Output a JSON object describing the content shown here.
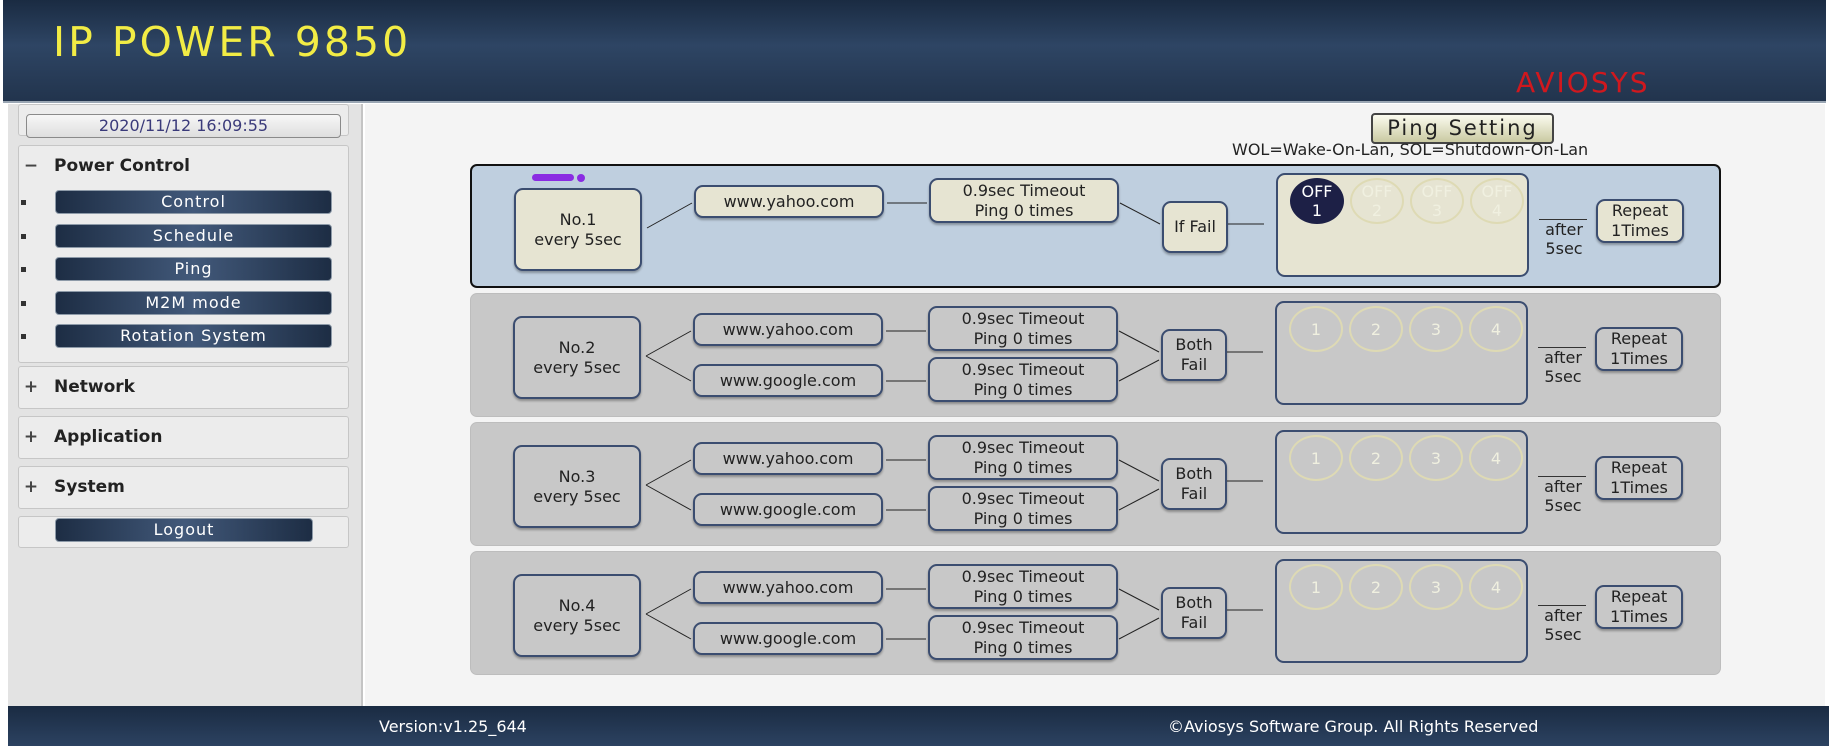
{
  "header": {
    "title": "IP POWER 9850",
    "brand": "AVIOSYS"
  },
  "sidebar": {
    "datetime": "2020/11/12 16:09:55",
    "power_control": {
      "sign": "−",
      "label": "Power Control",
      "items": [
        {
          "label": "Control"
        },
        {
          "label": "Schedule"
        },
        {
          "label": "Ping"
        },
        {
          "label": "M2M mode"
        },
        {
          "label": "Rotation System"
        }
      ]
    },
    "network": {
      "sign": "+",
      "label": "Network"
    },
    "application": {
      "sign": "+",
      "label": "Application"
    },
    "system": {
      "sign": "+",
      "label": "System"
    },
    "logout": "Logout"
  },
  "main": {
    "button": "Ping Setting",
    "legend": "WOL=Wake-On-Lan, SOL=Shutdown-On-Lan",
    "rules": [
      {
        "no": "No.1",
        "interval": "every 5sec",
        "targets": [
          {
            "host": "www.yahoo.com",
            "timeout": "0.9sec Timeout",
            "ping": "Ping 0 times"
          }
        ],
        "condition": "If Fail",
        "outlets": [
          {
            "state": "OFF",
            "num": "1"
          },
          {
            "state": "OFF",
            "num": "2"
          },
          {
            "state": "OFF",
            "num": "3"
          },
          {
            "state": "OFF",
            "num": "4"
          }
        ],
        "after": "after",
        "after_time": "5sec",
        "repeat": "Repeat",
        "times": "1Times",
        "progress": 0.8
      },
      {
        "no": "No.2",
        "interval": "every 5sec",
        "targets": [
          {
            "host": "www.yahoo.com",
            "timeout": "0.9sec Timeout",
            "ping": "Ping 0 times"
          },
          {
            "host": "www.google.com",
            "timeout": "0.9sec Timeout",
            "ping": "Ping 0 times"
          }
        ],
        "condition": "Both Fail",
        "outlets": [
          {
            "state": "",
            "num": "1"
          },
          {
            "state": "",
            "num": "2"
          },
          {
            "state": "",
            "num": "3"
          },
          {
            "state": "",
            "num": "4"
          }
        ],
        "after": "after",
        "after_time": "5sec",
        "repeat": "Repeat",
        "times": "1Times"
      },
      {
        "no": "No.3",
        "interval": "every 5sec",
        "targets": [
          {
            "host": "www.yahoo.com",
            "timeout": "0.9sec Timeout",
            "ping": "Ping 0 times"
          },
          {
            "host": "www.google.com",
            "timeout": "0.9sec Timeout",
            "ping": "Ping 0 times"
          }
        ],
        "condition": "Both Fail",
        "outlets": [
          {
            "state": "",
            "num": "1"
          },
          {
            "state": "",
            "num": "2"
          },
          {
            "state": "",
            "num": "3"
          },
          {
            "state": "",
            "num": "4"
          }
        ],
        "after": "after",
        "after_time": "5sec",
        "repeat": "Repeat",
        "times": "1Times"
      },
      {
        "no": "No.4",
        "interval": "every 5sec",
        "targets": [
          {
            "host": "www.yahoo.com",
            "timeout": "0.9sec Timeout",
            "ping": "Ping 0 times"
          },
          {
            "host": "www.google.com",
            "timeout": "0.9sec Timeout",
            "ping": "Ping 0 times"
          }
        ],
        "condition": "Both Fail",
        "outlets": [
          {
            "state": "",
            "num": "1"
          },
          {
            "state": "",
            "num": "2"
          },
          {
            "state": "",
            "num": "3"
          },
          {
            "state": "",
            "num": "4"
          }
        ],
        "after": "after",
        "after_time": "5sec",
        "repeat": "Repeat",
        "times": "1Times"
      }
    ]
  },
  "footer": {
    "version": "Version:v1.25_644",
    "copyright": "©Aviosys Software Group. All Rights Reserved"
  },
  "colors": {
    "title": "#f2ec45",
    "brand": "#d0181e",
    "active_rule": "#bfcfdf",
    "outlet_on": "#1d2046",
    "progress": "#8a2be2"
  }
}
